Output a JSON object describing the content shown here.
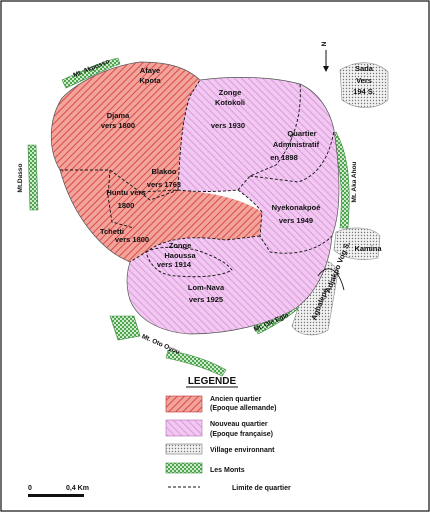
{
  "colors": {
    "ancien": "#e86a6a",
    "nouveau": "#e6a3e6",
    "village": "#b0b0b0",
    "monts": "#5fb35f",
    "border": "#111111"
  },
  "quarters": {
    "afaye_kpota": [
      "Afaye",
      "Kpota"
    ],
    "djama": [
      "Djama",
      "vers 1800"
    ],
    "zonge_kotokoli": [
      "Zonge",
      "Kotokoli",
      "vers 1930"
    ],
    "quartier_administratif": [
      "Quartier",
      "Administratif",
      "en 1898"
    ],
    "blakoo": [
      "Blakoo",
      "vers 1763"
    ],
    "huntu": [
      "Huntu vers",
      "1800"
    ],
    "tchetti": [
      "Tchetti",
      "vers 1800"
    ],
    "zonge_haoussa": [
      "Zonge",
      "Haoussa",
      "vers 1914"
    ],
    "nyekonakpoe": [
      "Nyekonakpoé",
      "vers 1949"
    ],
    "lom_nava": [
      "Lom-Nava",
      "vers 1925"
    ],
    "sada": [
      "Sada",
      "Vers",
      "194 S."
    ]
  },
  "places": {
    "kamina": "Kamina",
    "agbalepe": "Agbalepé",
    "adjakpo": "Adjakpo Vog S."
  },
  "mountains": {
    "agbangon": "Mt. Akposso",
    "ossi": "Mt.Dasso",
    "ahou": "Mt. Aka Ahou",
    "olo_eglo": "Mt. Ole Eglo",
    "oto_oyou": "Mt. Oto Oyou"
  },
  "north_label": "N",
  "legend": {
    "title": "LEGENDE",
    "ancien": [
      "Ancien quartier",
      "(Epoque allemande)"
    ],
    "nouveau": [
      "Nouveau quartier",
      "(Epoque française)"
    ],
    "village": "Village environnant",
    "monts": "Les Monts",
    "limite": "Limite de quartier"
  },
  "scale": {
    "zero": "0",
    "distance": "0,4 Km"
  }
}
